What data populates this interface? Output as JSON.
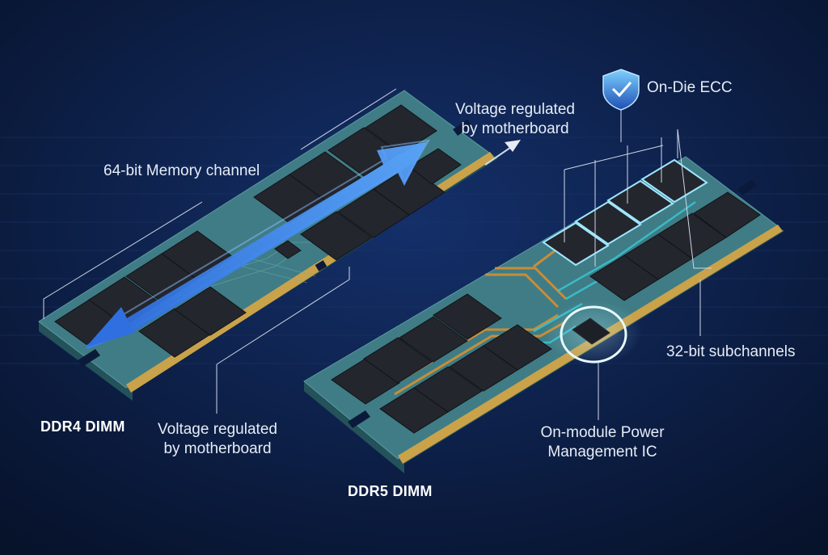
{
  "modules": {
    "ddr4": {
      "title": "DDR4 DIMM"
    },
    "ddr5": {
      "title": "DDR5 DIMM"
    }
  },
  "labels": {
    "memory_channel": "64-bit Memory channel",
    "ddr4_voltage_top": {
      "line1": "Voltage regulated",
      "line2": "by motherboard"
    },
    "ddr4_voltage_bottom": {
      "line1": "Voltage regulated",
      "line2": "by motherboard"
    },
    "on_die_ecc": "On-Die ECC",
    "subchannels": "32-bit subchannels",
    "pmic": {
      "line1": "On-module Power",
      "line2": "Management IC"
    }
  },
  "colors": {
    "background": "#0b1a3a",
    "pcb": "#3f7c86",
    "chip": "#23262c",
    "gold_contacts": "#c9a24a",
    "arrow_blue": "#3d7fe6",
    "trace_orange": "#e0902a",
    "trace_teal": "#37c7d2",
    "glow": "#9fe6ff"
  },
  "icons": {
    "ecc": "shield-check-icon",
    "pointer": "arrow-up-right-icon"
  }
}
